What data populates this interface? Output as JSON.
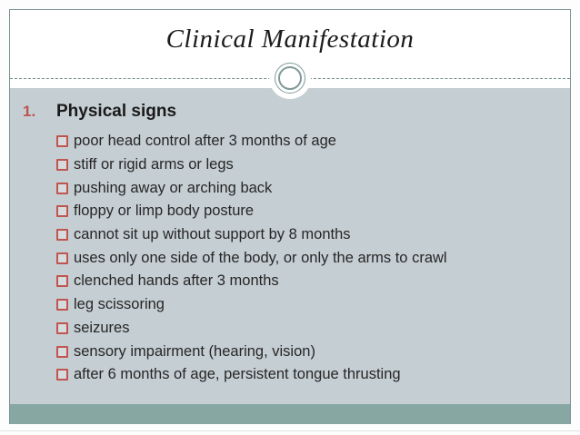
{
  "slide": {
    "title": "Clinical Manifestation",
    "section": {
      "number": "1.",
      "heading": "Physical signs"
    },
    "items": [
      "poor head control after 3 months of age",
      "stiff or rigid arms or legs",
      "pushing away or arching back",
      "floppy or limp body posture",
      "cannot sit up without support by 8 months",
      "uses only one side of the body, or only the arms to crawl",
      "clenched hands after 3 months",
      "leg scissoring",
      "seizures",
      "sensory impairment (hearing, vision)",
      "after 6 months of age, persistent tongue thrusting"
    ],
    "icons": {
      "bullet": "checkbox-square-bullet",
      "ornament": "double-ring-circle"
    },
    "colors": {
      "accent_red": "#c0504d",
      "content_background": "#c5ced3",
      "footer_teal": "#87a7a3",
      "frame_border": "#7e9396",
      "divider_teal": "#6f8e8c",
      "title_text": "#1c1c1c",
      "body_text": "#262626"
    }
  }
}
